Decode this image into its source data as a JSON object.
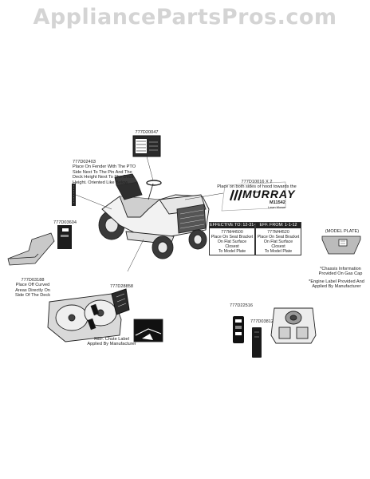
{
  "watermark": "AppliancePartsPros.com",
  "labels": {
    "p777d20047": "777D20047",
    "p777d02403": "777D02403\nPlace On Fender With The PTO\nSide Next To The Pin And The\nDeck Height Next To The Deck\nHeight. Oriented Like Below",
    "p777d10016": "777D10016 X 2\nPlace on both sides of hood towards the rear",
    "p777d03604": "777D03604",
    "p777d03188": "777D03188\nPlace Off Curved\nAreas Directly On\nSide Of The Deck",
    "p777d28858": "777D28858",
    "ref_chute": "REF. Chute Label\nApplied By Manufacturer",
    "p777d22516": "777D22516",
    "p777d03812": "777D03812",
    "model_plate": "(MODEL PLATE)",
    "chassis_info": "*Chassis Information\nProvided On Gas Cap",
    "engine_label": "*Engine Label Provided And\nApplied By Manufacturer"
  },
  "murray_decal": {
    "brand": "MURRAY",
    "model": "M11542",
    "sub": "Lawn Mower"
  },
  "effective_boxes": [
    {
      "header": "EFFECTIVE TO: 12-31-11",
      "text": "777M44500\nPlace On Seat Bracket\nOn Flat Surface Closest\nTo Model Plate"
    },
    {
      "header": "EFF. FROM: 1-1-12",
      "text": "777M44520\nPlace On Seat Bracket\nOn Flat Surface Closest\nTo Model Plate"
    }
  ]
}
